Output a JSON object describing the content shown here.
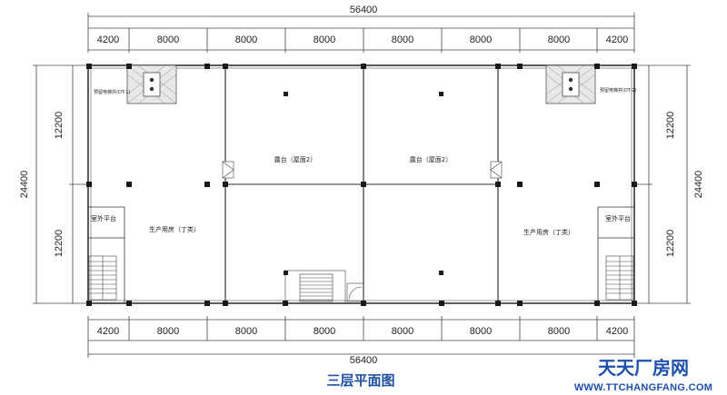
{
  "title": "三层平面图",
  "dimensions": {
    "overall_width": "56400",
    "bays": [
      "4200",
      "8000",
      "8000",
      "8000",
      "8000",
      "8000",
      "8000",
      "4200"
    ],
    "overall_depth": "24400",
    "half_depth": [
      "12200",
      "12200"
    ]
  },
  "rooms": {
    "left_production": "生产用房（丁类）",
    "right_production": "生产用房（丁类）",
    "left_terrace": "露台（屋面2）",
    "right_terrace": "露台（屋面2）",
    "left_platform": "室外平台",
    "right_platform": "室外平台",
    "left_elevator": "预留电梯井(DT-1)",
    "right_elevator": "预留电梯井(DT-2)"
  },
  "logo": {
    "cn": "天天厂房网",
    "en": "WWW.TTCHANGFANG.COM"
  },
  "colors": {
    "line": "#333333",
    "column": "#1a1a1a",
    "title": "#1f4fa0",
    "logo": "#1b4fb0"
  }
}
